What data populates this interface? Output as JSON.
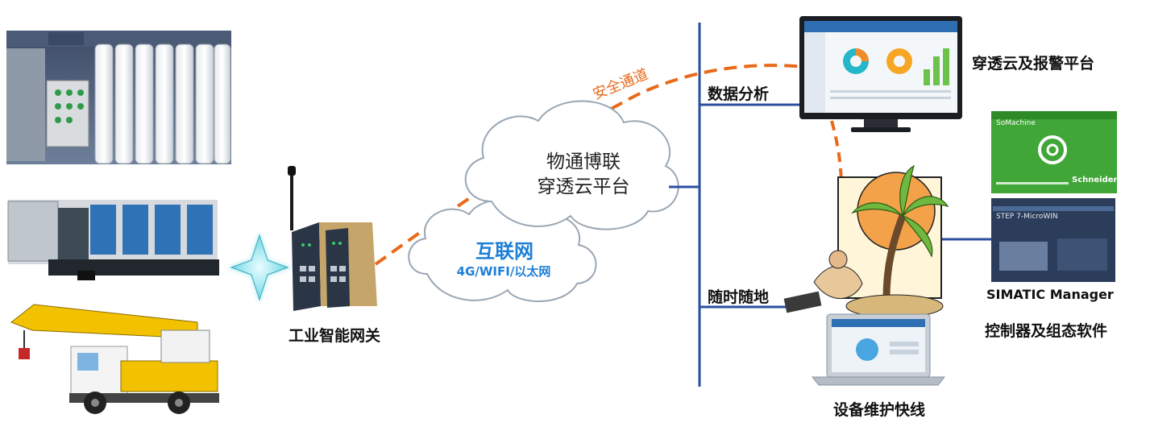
{
  "cloud": {
    "line1": "物通博联",
    "line2": "穿透云平台"
  },
  "internet": {
    "title": "互联网",
    "subtitle": "4G/WIFI/以太网"
  },
  "tunnel_label": "安全通道",
  "gateway_label": "工业智能网关",
  "links": {
    "data_analysis": "数据分析",
    "anytime": "随时随地"
  },
  "right": {
    "platform": "穿透云及报警平台",
    "maintenance": "设备维护快线",
    "simatic": "SIMATIC Manager",
    "controller": "控制器及组态软件",
    "somachine": "SoMachine",
    "schneider": "Schneider",
    "step7": "STEP 7-MicroWIN"
  },
  "colors": {
    "trunk": "#2b4f9e",
    "tunnel": "#e86a1a",
    "internet": "#1e7fd6",
    "cloud_stroke": "#9aa7b4"
  }
}
